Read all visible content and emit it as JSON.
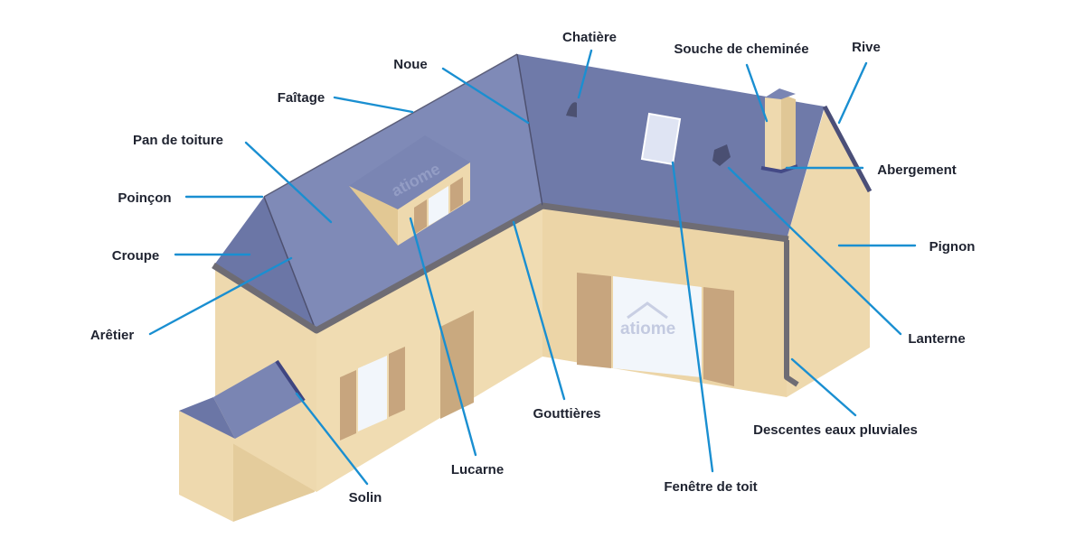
{
  "palette": {
    "wall": "#eed9ae",
    "wall_shadow": "#e0c796",
    "roof": "#7a85b3",
    "roof_dark": "#6b76a6",
    "roof_light": "#8893be",
    "edge": "#5c5f7a",
    "gutter": "#6e6c74",
    "shutter": "#c7a57e",
    "window": "#f2f6fb",
    "leader": "#1a8fd1"
  },
  "watermark": {
    "brand": "atiome"
  },
  "labels": {
    "chatiere": "Chatière",
    "souche": "Souche de cheminée",
    "rive": "Rive",
    "noue": "Noue",
    "faitage": "Faîtage",
    "pan": "Pan de toiture",
    "poincon": "Poinçon",
    "croupe": "Croupe",
    "aretier": "Arêtier",
    "abergement": "Abergement",
    "pignon": "Pignon",
    "lanterne": "Lanterne",
    "descentes": "Descentes eaux pluviales",
    "gouttieres": "Gouttières",
    "lucarne": "Lucarne",
    "solin": "Solin",
    "fenetre_toit": "Fenêtre de toit"
  }
}
